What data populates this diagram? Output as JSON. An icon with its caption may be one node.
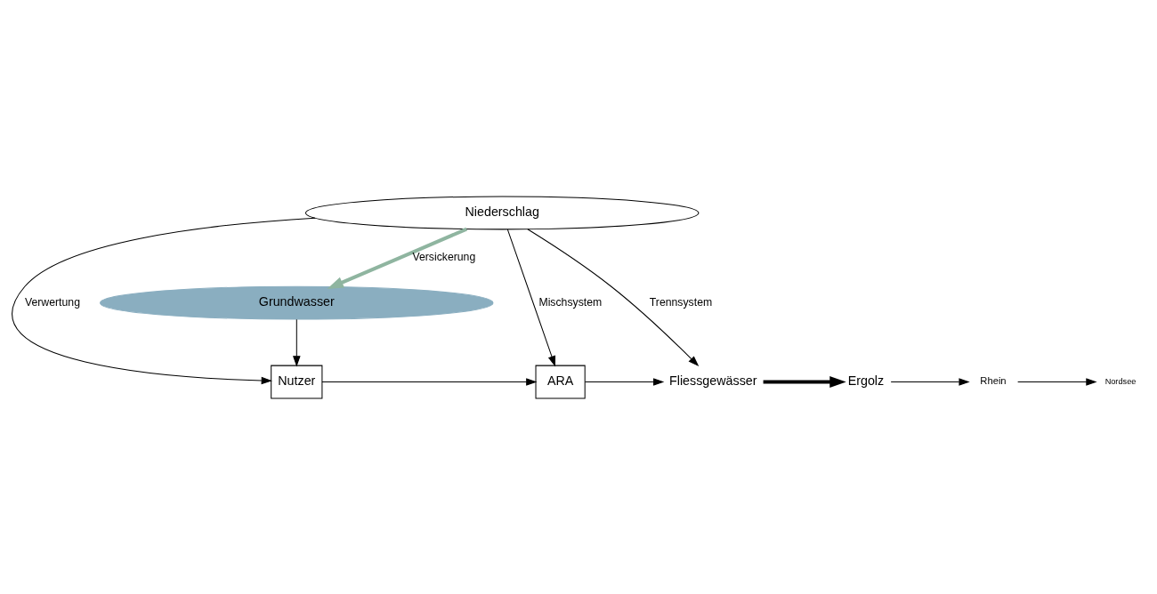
{
  "diagram": {
    "nodes": [
      {
        "text": [
          "Niederschlag"
        ]
      },
      {
        "text": [
          "Nutzer"
        ]
      },
      {
        "text": [
          "ARA"
        ]
      },
      {
        "text": [
          "Fliessgewässer"
        ]
      },
      {
        "text": [
          "Ergolz"
        ]
      },
      {
        "text": [
          "Rhein"
        ]
      },
      {
        "text": [
          "Nordsee"
        ]
      },
      {
        "text": [
          "Grundwasser"
        ]
      }
    ],
    "edges": [
      {
        "from": 0,
        "to": 7,
        "arrow": "to",
        "label": "Versickerung",
        "style": "thick",
        "color": "#8fb5a0"
      },
      {
        "from": 0,
        "to": 1,
        "arrow": "to",
        "label": "Verwertung"
      },
      {
        "from": 0,
        "to": 2,
        "arrow": "to",
        "label": "Mischsystem"
      },
      {
        "from": 0,
        "to": 3,
        "arrow": "to",
        "label": "Trennsystem"
      },
      {
        "from": 1,
        "to": 2,
        "arrow": "to"
      },
      {
        "from": 2,
        "to": 3,
        "arrow": "to"
      },
      {
        "from": 7,
        "to": 1,
        "arrow": "to"
      },
      {
        "from": 3,
        "to": 4,
        "arrow": "to",
        "style": "thick"
      },
      {
        "from": 4,
        "to": 5,
        "arrow": "to"
      },
      {
        "from": 5,
        "to": 6,
        "arrow": "to"
      }
    ]
  }
}
